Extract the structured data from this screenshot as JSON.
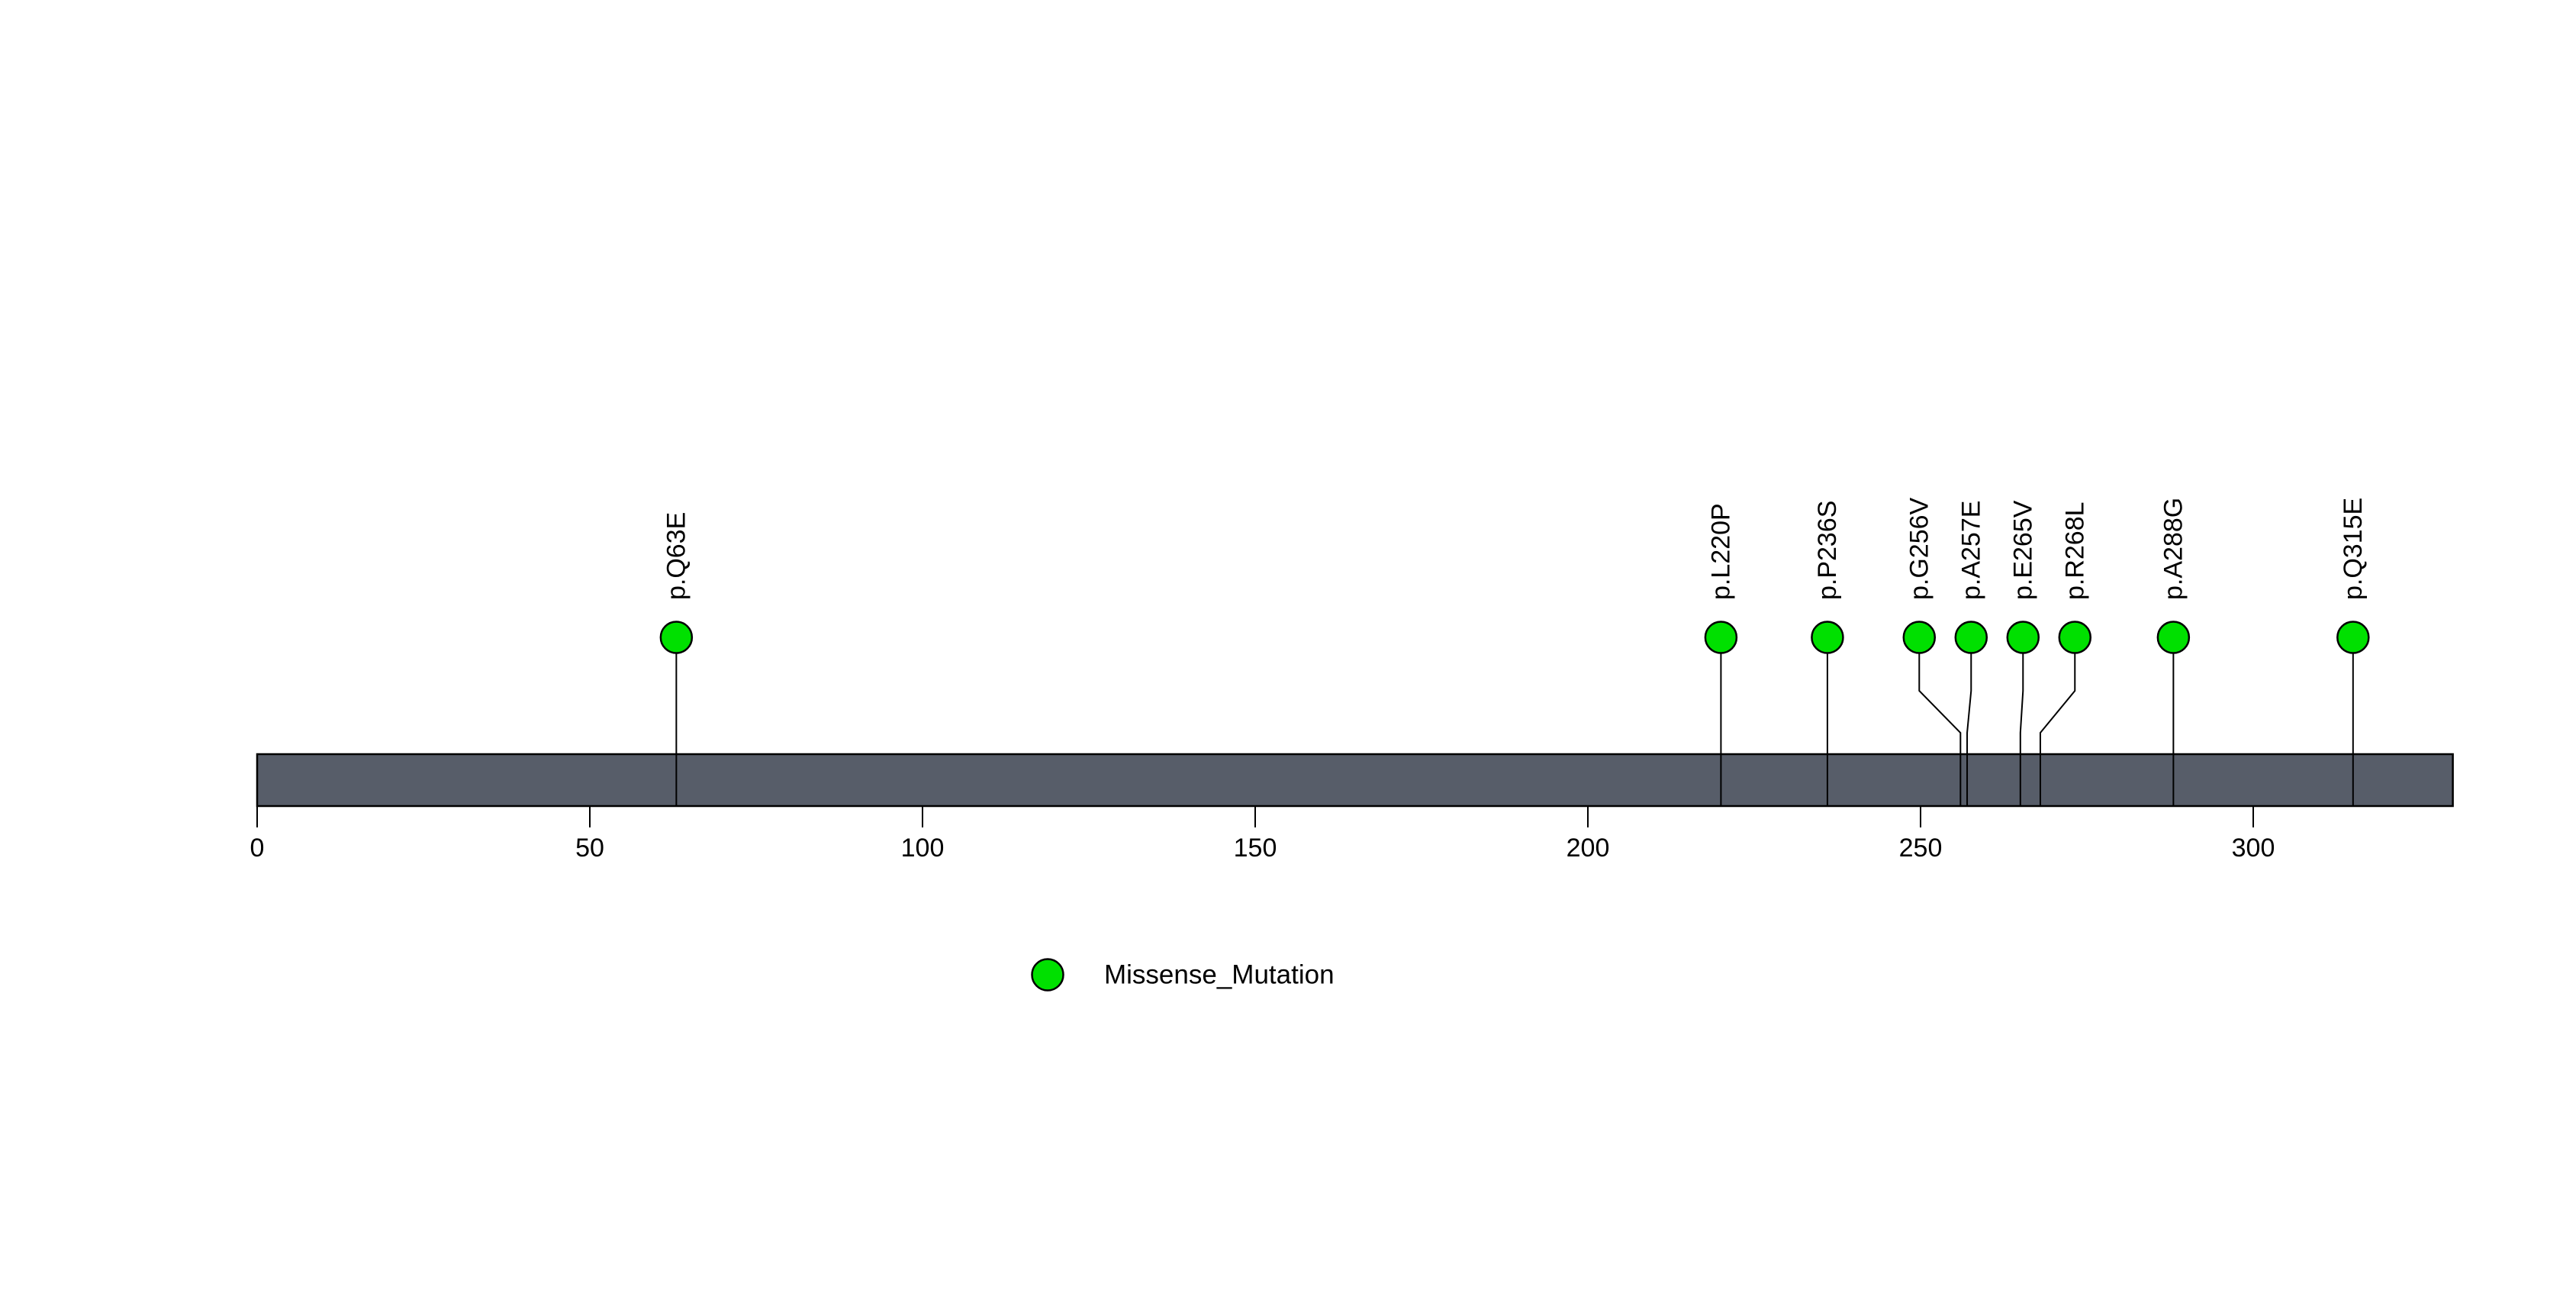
{
  "chart_data": {
    "type": "scatter",
    "subtype": "lollipop_mutation_plot",
    "title": "",
    "xlabel": "",
    "ylabel": "",
    "protein_length": 330,
    "axis": {
      "ticks": [
        0,
        50,
        100,
        150,
        200,
        250,
        300
      ],
      "range": [
        0,
        330
      ],
      "grid": false
    },
    "mutations": [
      {
        "label": "p.Q63E",
        "position": 63,
        "type": "Missense_Mutation"
      },
      {
        "label": "p.L220P",
        "position": 220,
        "type": "Missense_Mutation"
      },
      {
        "label": "p.P236S",
        "position": 236,
        "type": "Missense_Mutation"
      },
      {
        "label": "p.G256V",
        "position": 256,
        "type": "Missense_Mutation"
      },
      {
        "label": "p.A257E",
        "position": 257,
        "type": "Missense_Mutation"
      },
      {
        "label": "p.E265V",
        "position": 265,
        "type": "Missense_Mutation"
      },
      {
        "label": "p.R268L",
        "position": 268,
        "type": "Missense_Mutation"
      },
      {
        "label": "p.A288G",
        "position": 288,
        "type": "Missense_Mutation"
      },
      {
        "label": "p.Q315E",
        "position": 315,
        "type": "Missense_Mutation"
      }
    ],
    "legend": {
      "position": "bottom-center-left",
      "entries": [
        {
          "label": "Missense_Mutation",
          "color": "#00E000"
        }
      ]
    },
    "colors": {
      "mutation_fill": "#00E000",
      "backbone_fill": "#575D69",
      "stroke": "#000000",
      "background": "#ffffff"
    }
  }
}
